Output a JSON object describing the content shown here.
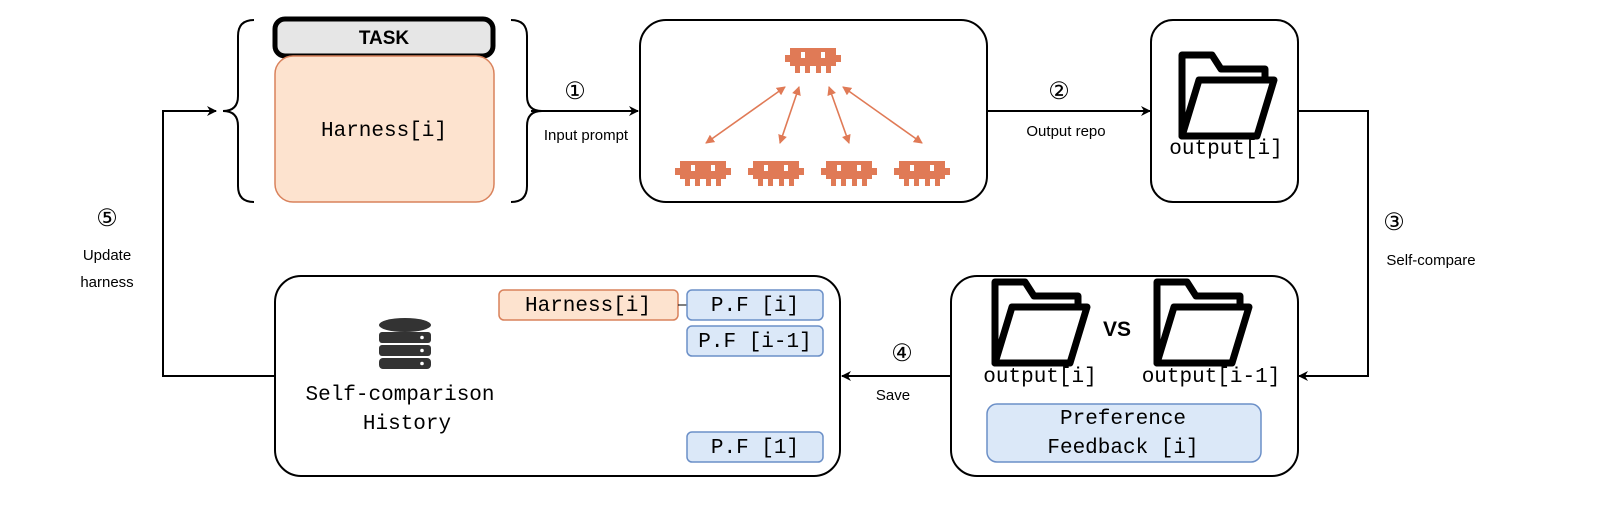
{
  "task": {
    "title": "TASK",
    "harness": "Harness[i]"
  },
  "steps": {
    "s1": {
      "num": "①",
      "label": "Input prompt"
    },
    "s2": {
      "num": "②",
      "label": "Output repo"
    },
    "s3": {
      "num": "③",
      "label": "Self-compare"
    },
    "s4": {
      "num": "④",
      "label": "Save"
    },
    "s5": {
      "num": "⑤",
      "label_line1": "Update",
      "label_line2": "harness"
    }
  },
  "output": {
    "label": "output[i]"
  },
  "compare": {
    "left": "output[i]",
    "vs": "VS",
    "right": "output[i-1]",
    "feedback_line1": "Preference",
    "feedback_line2": "Feedback [i]"
  },
  "history": {
    "title_line1": "Self-comparison",
    "title_line2": "History",
    "harness_tag": "Harness[i]",
    "entries": [
      "P.F [i]",
      "P.F [i-1]",
      "P.F [1]"
    ]
  },
  "colors": {
    "agent": "#e07a56",
    "harness_fill": "#fde3cf",
    "harness_stroke": "#d9825c",
    "feedback_fill": "#dbe8f8",
    "feedback_stroke": "#6b8fc7",
    "task_fill": "#e6e6e6"
  }
}
